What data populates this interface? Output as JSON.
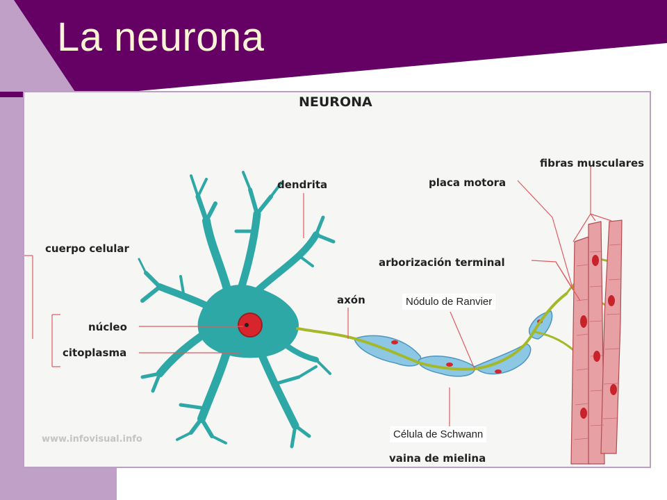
{
  "slide": {
    "title": "La neurona"
  },
  "diagram": {
    "heading": "NEURONA",
    "labels": {
      "dendrita": "dendrita",
      "cuerpo_celular": "cuerpo celular",
      "nucleo": "núcleo",
      "citoplasma": "citoplasma",
      "axon": "axón",
      "placa_motora": "placa motora",
      "fibras_musculares": "fibras musculares",
      "arborizacion_terminal": "arborización terminal",
      "vaina_de_mielina": "vaina de mielina"
    },
    "watermark": "www.infovisual.info",
    "overlay_labels": {
      "nodulo_de_ranvier": "Nódulo de Ranvier",
      "celula_de_schwann": "Célula de Schwann"
    }
  },
  "colors": {
    "header_purple": "#650065",
    "side_lavender": "#c0a0c6",
    "neuron_teal": "#2ea8a6",
    "myelin_blue": "#8cc8e4",
    "axon_green": "#a5b82a",
    "muscle_pink": "#e7a0a3",
    "label_line_red": "#e05a5f",
    "nucleus_red": "#d8242c"
  }
}
